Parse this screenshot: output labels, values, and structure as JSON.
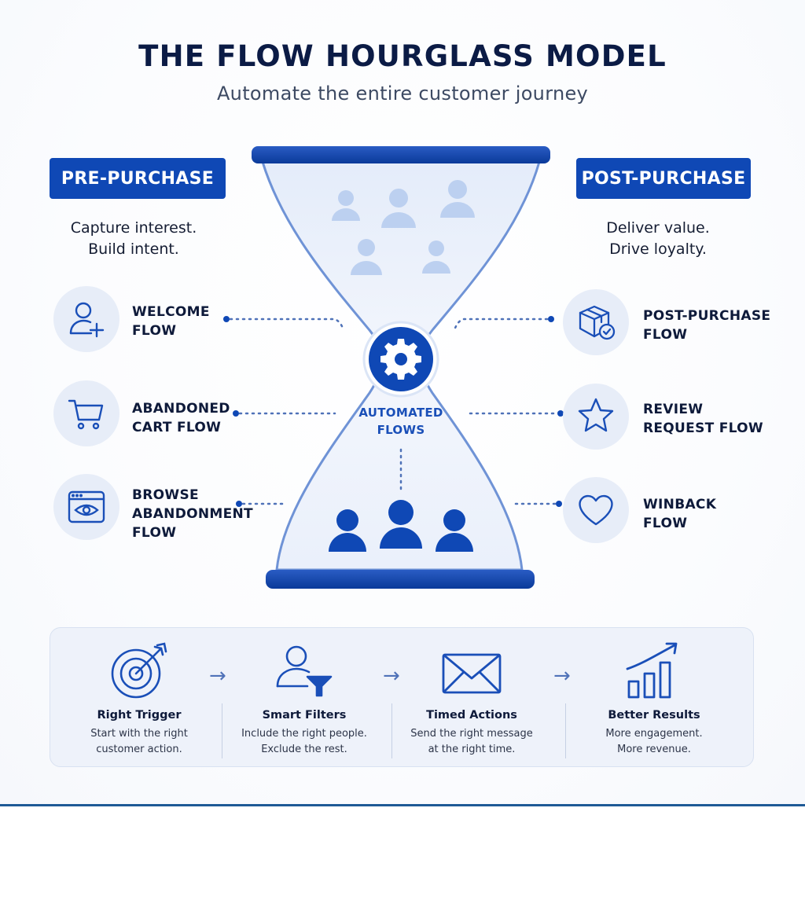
{
  "header": {
    "title": "THE FLOW HOURGLASS MODEL",
    "subtitle": "Automate the entire customer journey"
  },
  "pre_purchase": {
    "label": "PRE-PURCHASE",
    "tagline": [
      "Capture interest.",
      "Build intent."
    ],
    "flows": [
      {
        "lines": [
          "WELCOME",
          "FLOW"
        ],
        "icon": "user-plus-icon"
      },
      {
        "lines": [
          "ABANDONED",
          "CART FLOW"
        ],
        "icon": "shopping-cart-icon"
      },
      {
        "lines": [
          "BROWSE",
          "ABANDONMENT",
          "FLOW"
        ],
        "icon": "browser-eye-icon"
      }
    ]
  },
  "post_purchase": {
    "label": "POST-PURCHASE",
    "tagline": [
      "Deliver value.",
      "Drive loyalty."
    ],
    "flows": [
      {
        "lines": [
          "POST-PURCHASE",
          "FLOW"
        ],
        "icon": "package-check-icon"
      },
      {
        "lines": [
          "REVIEW",
          "REQUEST FLOW"
        ],
        "icon": "star-icon"
      },
      {
        "lines": [
          "WINBACK",
          "FLOW"
        ],
        "icon": "heart-icon"
      }
    ]
  },
  "center": {
    "icon": "gear-icon",
    "label": [
      "AUTOMATED",
      "FLOWS"
    ]
  },
  "steps": [
    {
      "title": "Right Trigger",
      "desc": [
        "Start with the right",
        "customer action."
      ],
      "icon": "target-icon"
    },
    {
      "title": "Smart Filters",
      "desc": [
        "Include the right people.",
        "Exclude the rest."
      ],
      "icon": "user-filter-icon"
    },
    {
      "title": "Timed Actions",
      "desc": [
        "Send the right message",
        "at the right time."
      ],
      "icon": "envelope-icon"
    },
    {
      "title": "Better Results",
      "desc": [
        "More engagement.",
        "More revenue."
      ],
      "icon": "growth-chart-icon"
    }
  ],
  "colors": {
    "primary": "#0f48b5",
    "navy": "#0b1b45",
    "light_circle": "#e7edf8",
    "panel": "#eef2fa"
  }
}
